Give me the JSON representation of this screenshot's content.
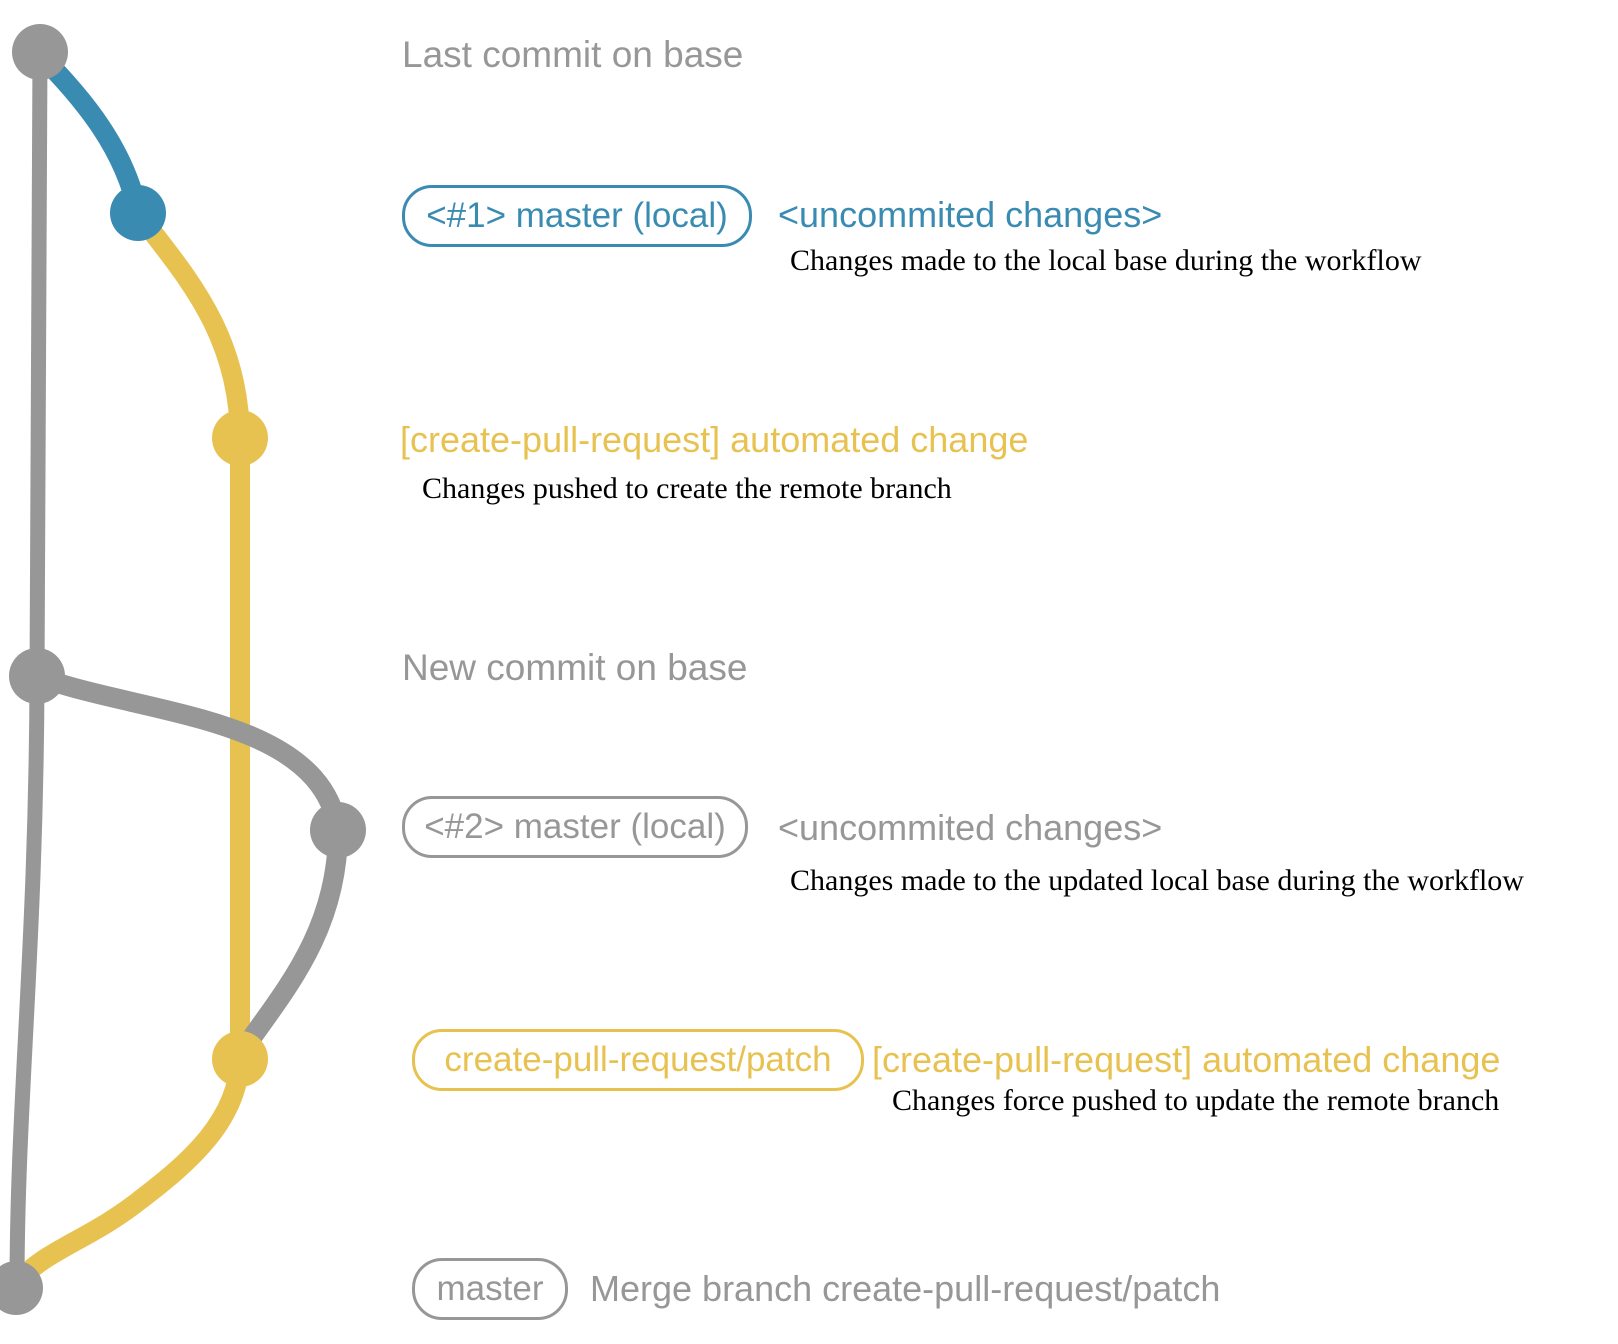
{
  "colors": {
    "gray": "#979797",
    "blue": "#3a8bb2",
    "yellow": "#e8c251",
    "description_text": "#000000"
  },
  "commits": [
    {
      "id": "last-commit-on-base",
      "branch": "base",
      "color": "gray"
    },
    {
      "id": "local-working-copy-1",
      "branch": "master-local-1",
      "color": "blue"
    },
    {
      "id": "patch-commit-1",
      "branch": "create-pull-request-patch",
      "color": "yellow"
    },
    {
      "id": "new-commit-on-base",
      "branch": "base",
      "color": "gray"
    },
    {
      "id": "local-working-copy-2",
      "branch": "master-local-2",
      "color": "gray"
    },
    {
      "id": "patch-commit-2",
      "branch": "create-pull-request-patch",
      "color": "yellow"
    },
    {
      "id": "merge-commit",
      "branch": "base",
      "color": "gray"
    }
  ],
  "rows": {
    "r1": {
      "caption": "Last commit on base"
    },
    "r2": {
      "branch_label": "<#1> master (local)",
      "message": "<uncommited changes>",
      "description": "Changes made to the local base during the workflow"
    },
    "r3": {
      "message": "[create-pull-request] automated change",
      "description": "Changes pushed to create the remote branch"
    },
    "r4": {
      "caption": "New commit on base"
    },
    "r5": {
      "branch_label": "<#2> master (local)",
      "message": "<uncommited changes>",
      "description": "Changes made to the updated local base during the workflow"
    },
    "r6": {
      "branch_label": "create-pull-request/patch",
      "message": "[create-pull-request] automated change",
      "description": "Changes force pushed to update the remote branch"
    },
    "r7": {
      "branch_label": "master",
      "message": "Merge branch create-pull-request/patch"
    }
  }
}
